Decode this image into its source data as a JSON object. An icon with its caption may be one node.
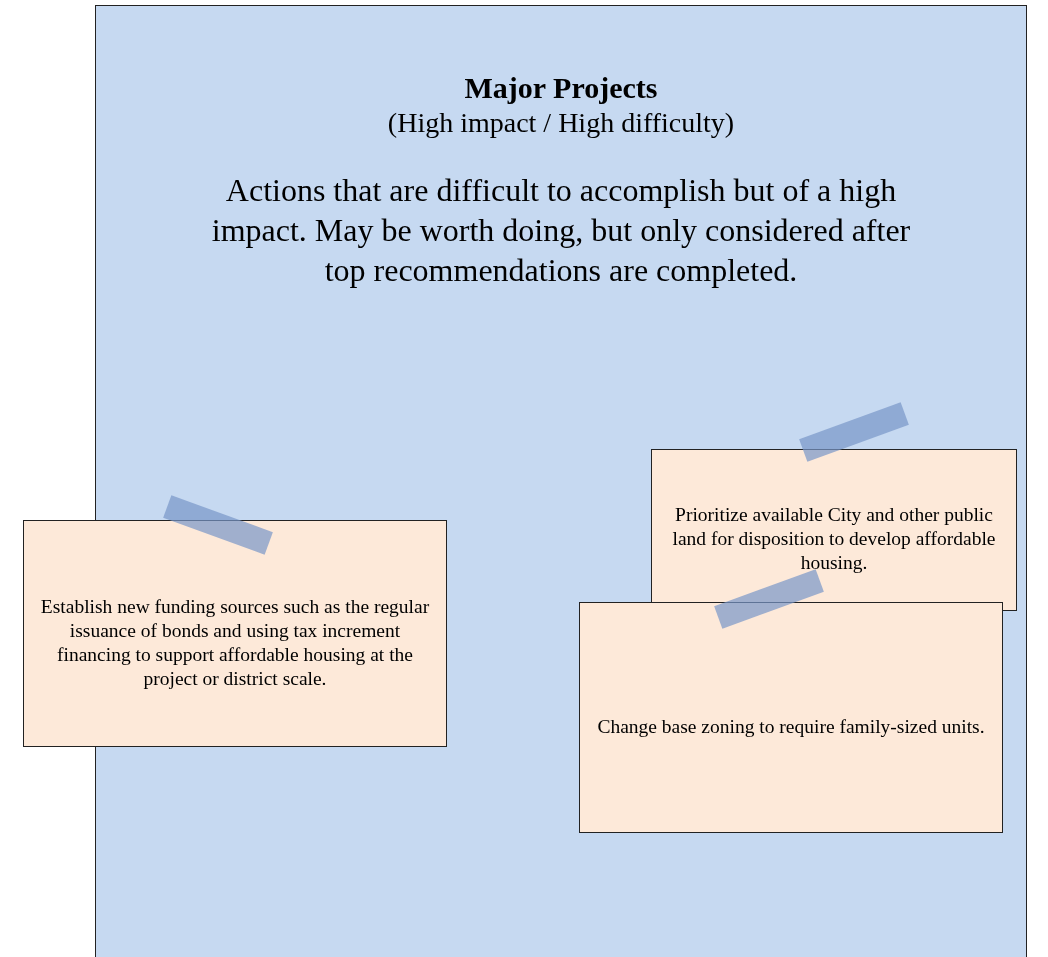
{
  "diagram": {
    "nodes": [
      {
        "text": [
          "Major Projects",
          "(High impact / High difficulty)",
          "Actions that are difficult to accomplish but of a high impact. May be worth doing, but only considered after top recommendations are completed."
        ]
      },
      {
        "text": [
          "Prioritize available City and other public land for disposition to develop affordable housing."
        ],
        "in": 0
      },
      {
        "text": [
          "Establish new funding sources such as the regular issuance of bonds and using tax increment financing to support affordable housing at the project or district scale."
        ]
      },
      {
        "text": [
          "Change base zoning to require family-sized units."
        ],
        "in": 0
      }
    ]
  }
}
